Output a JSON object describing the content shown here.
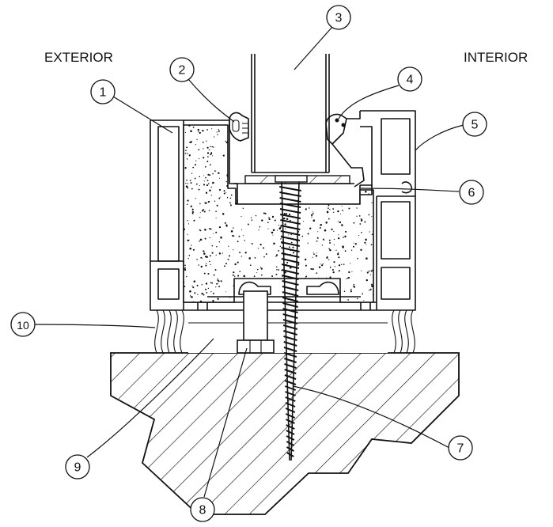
{
  "labels": {
    "exterior": "EXTERIOR",
    "interior": "INTERIOR"
  },
  "callouts": [
    {
      "number": "1"
    },
    {
      "number": "2"
    },
    {
      "number": "3"
    },
    {
      "number": "4"
    },
    {
      "number": "5"
    },
    {
      "number": "6"
    },
    {
      "number": "7"
    },
    {
      "number": "8"
    },
    {
      "number": "9"
    },
    {
      "number": "10"
    }
  ]
}
